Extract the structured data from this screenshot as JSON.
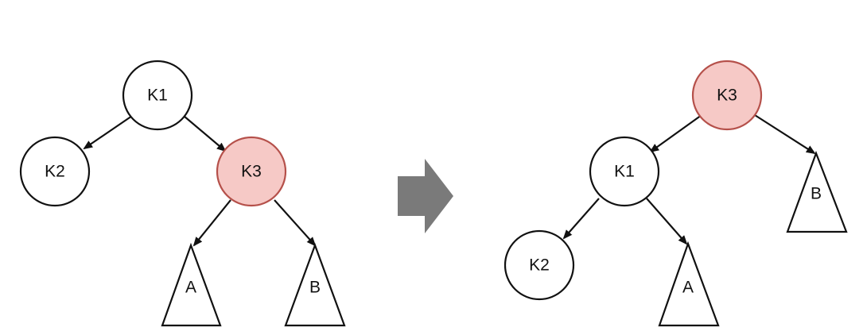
{
  "colors": {
    "highlight_fill": "#f6c9c6",
    "highlight_stroke": "#b5504a",
    "node_stroke": "#111111",
    "transition_arrow": "#7a7a7a"
  },
  "before": {
    "nodes": {
      "k1": "K1",
      "k2": "K2",
      "k3": "K3"
    },
    "subtrees": {
      "a": "A",
      "b": "B"
    },
    "highlighted": "K3"
  },
  "after": {
    "nodes": {
      "k1": "K1",
      "k2": "K2",
      "k3": "K3"
    },
    "subtrees": {
      "a": "A",
      "b": "B"
    },
    "highlighted": "K3"
  },
  "transition": {
    "icon": "right-arrow-icon"
  }
}
